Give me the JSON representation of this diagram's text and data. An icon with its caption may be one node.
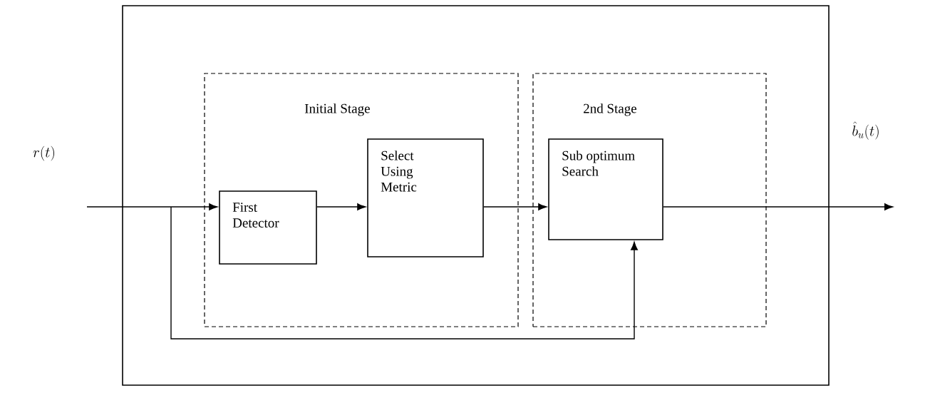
{
  "diagram": {
    "nodes": [
      {
        "text": [],
        "shape": "box"
      },
      {
        "text": [
          "Initial Stage"
        ],
        "in": 0
      },
      {
        "text": [
          "First Detector"
        ],
        "in": 1
      },
      {
        "text": [
          "Select Using Metric"
        ],
        "in": 1
      },
      {
        "text": [
          "2nd Stage"
        ],
        "in": 0
      },
      {
        "text": [
          "Sub optimum Search"
        ],
        "in": 4
      }
    ],
    "edges": [
      {
        "from": null,
        "to": 2,
        "arrow": "to"
      },
      {
        "from": 2,
        "to": 3,
        "arrow": "to"
      },
      {
        "from": 3,
        "to": 5,
        "arrow": "to"
      },
      {
        "from": 5,
        "to": null,
        "arrow": "to"
      },
      {
        "from": null,
        "to": 5,
        "arrow": "to"
      }
    ],
    "labels": [
      "r(t)",
      "\\hat{b}_{u}(t)"
    ]
  }
}
